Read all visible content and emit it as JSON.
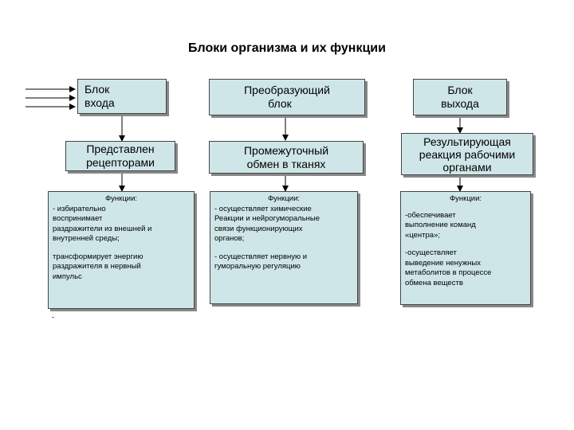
{
  "title": "Блоки организма и их функции",
  "blocks": [
    {
      "header": [
        "Блок",
        "входа"
      ],
      "sub": [
        "Представлен",
        "рецепторами"
      ],
      "func_title": "Функции:",
      "func_lines": [
        "- избирательно",
        "воспринимает",
        "раздражители из внешней и",
        "внутренней среды;"
      ],
      "func_lines2": [
        "трансформирует энергию",
        "раздражителя в нервный",
        "импульс"
      ]
    },
    {
      "header": [
        "Преобразующий",
        "блок"
      ],
      "sub": [
        "Промежуточный",
        "обмен в тканях"
      ],
      "func_title": "Функции:",
      "func_lines": [
        "- осуществляет химические",
        "Реакции и нейрогуморальные",
        "связи функционирующих",
        "органов;"
      ],
      "func_lines2": [
        "- осуществляет нервную и",
        "гуморальную регуляцию"
      ]
    },
    {
      "header": [
        "Блок",
        "выхода"
      ],
      "sub": [
        "Результирующая",
        "реакция рабочими",
        "органами"
      ],
      "func_title": "Функции:",
      "func_lines": [
        "-обеспечивает",
        "выполнение команд",
        "«центра»;"
      ],
      "func_lines2": [
        "-осуществляет",
        "выведение ненужных",
        "метаболитов в процессе",
        "обмена веществ"
      ]
    }
  ],
  "stray_mark": "-"
}
